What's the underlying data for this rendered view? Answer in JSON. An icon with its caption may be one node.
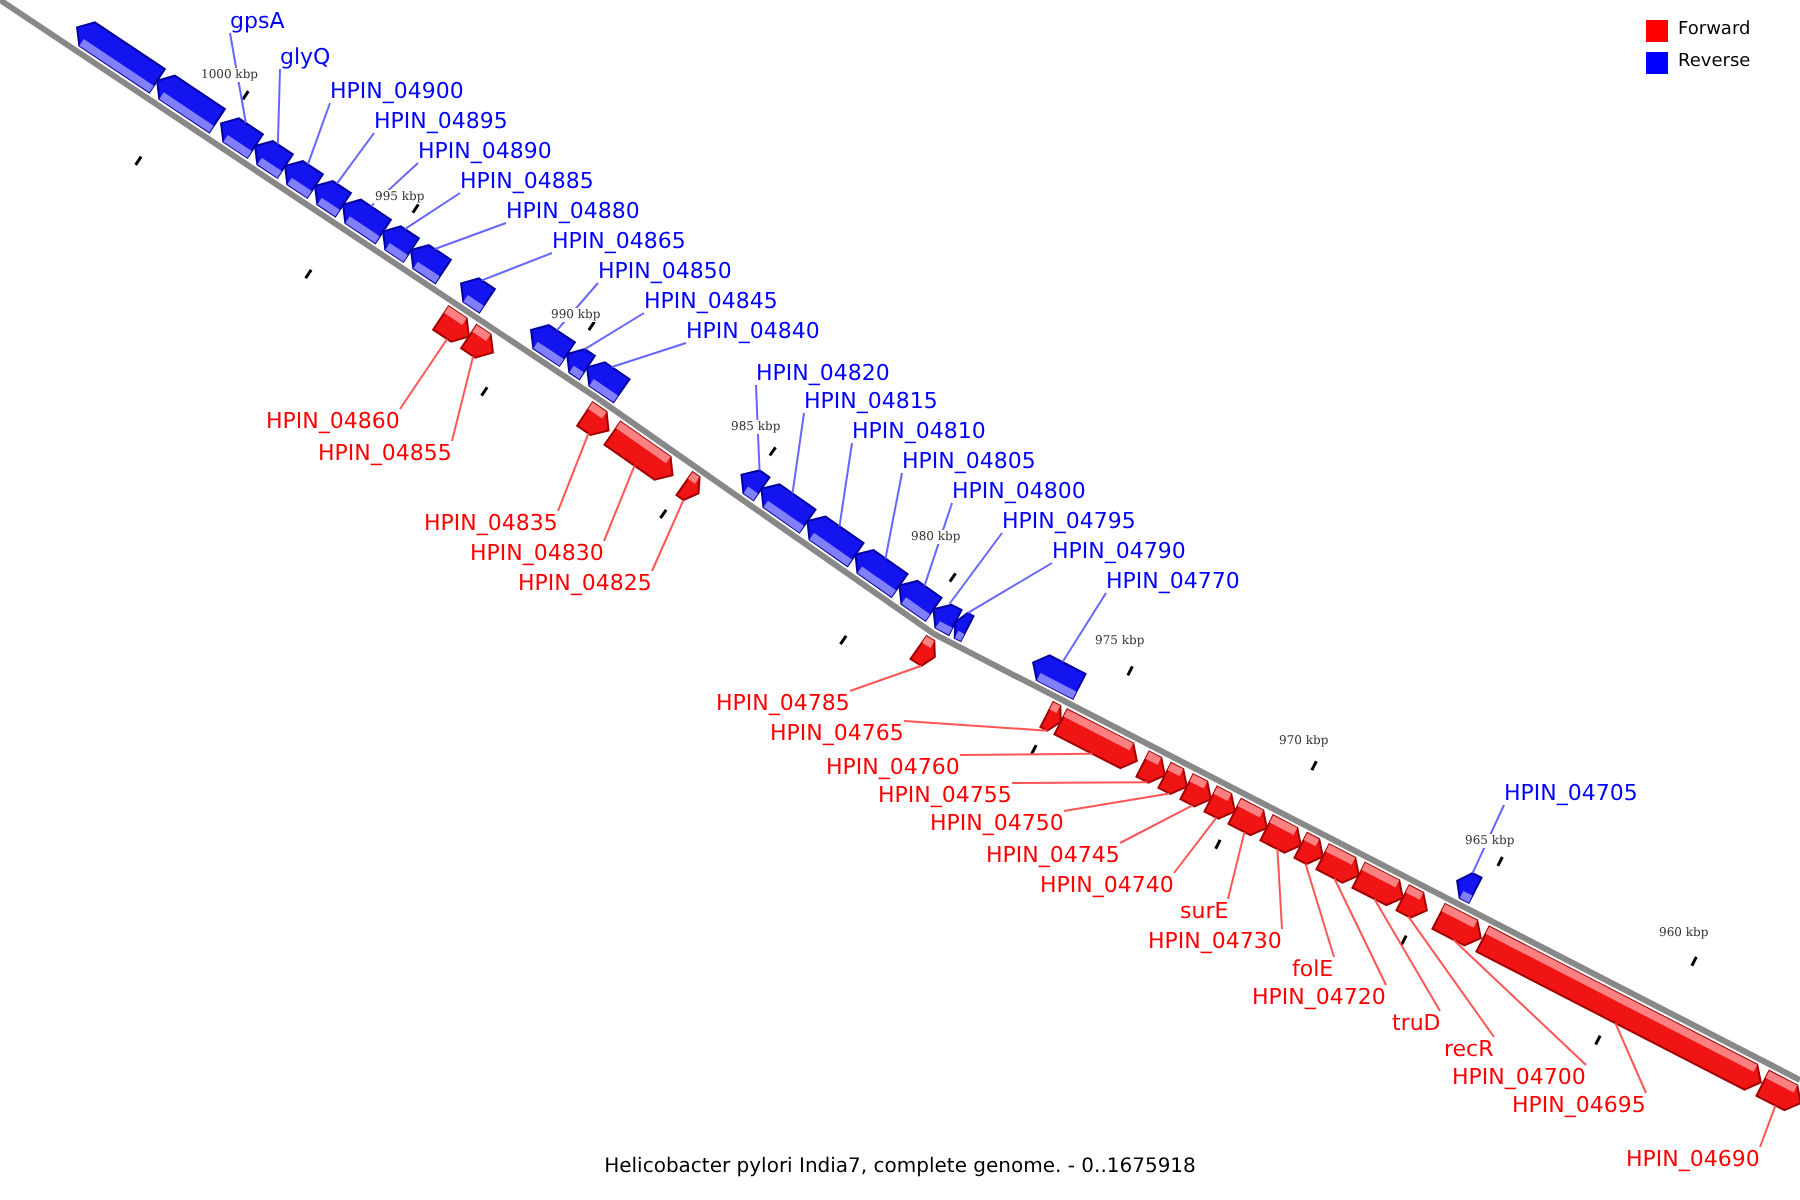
{
  "diagram": {
    "caption": "Helicobacter pylori India7, complete genome. - 0..1675918",
    "nodes": [
      {
        "text": [],
        "shape": "arrow"
      },
      {
        "text": [],
        "shape": "arrow"
      },
      {
        "text": [],
        "shape": "arrow"
      },
      {
        "text": [
          "gpsA"
        ]
      },
      {
        "text": [],
        "shape": "arrow"
      },
      {
        "text": [
          "glyQ"
        ]
      },
      {
        "text": [],
        "shape": "arrow"
      },
      {
        "text": [
          "HPIN_04900"
        ]
      },
      {
        "text": [],
        "shape": "arrow"
      },
      {
        "text": [
          "HPIN_04895"
        ]
      },
      {
        "text": [],
        "shape": "arrow"
      },
      {
        "text": [
          "HPIN_04890"
        ]
      },
      {
        "text": [],
        "shape": "arrow"
      },
      {
        "text": [
          "HPIN_04885"
        ]
      },
      {
        "text": [],
        "shape": "arrow"
      },
      {
        "text": [
          "HPIN_04880"
        ]
      },
      {
        "text": [],
        "shape": "arrow"
      },
      {
        "text": [
          "HPIN_04865"
        ]
      },
      {
        "text": [],
        "shape": "arrow"
      },
      {
        "text": [
          "HPIN_04860"
        ]
      },
      {
        "text": [],
        "shape": "arrow"
      },
      {
        "text": [
          "HPIN_04855"
        ]
      },
      {
        "text": [],
        "shape": "arrow"
      },
      {
        "text": [
          "HPIN_04850"
        ]
      },
      {
        "text": [],
        "shape": "arrow"
      },
      {
        "text": [
          "HPIN_04845"
        ]
      },
      {
        "text": [],
        "shape": "arrow"
      },
      {
        "text": [
          "HPIN_04840"
        ]
      },
      {
        "text": [],
        "shape": "arrow"
      },
      {
        "text": [
          "HPIN_04835"
        ]
      },
      {
        "text": [],
        "shape": "arrow"
      },
      {
        "text": [
          "HPIN_04830"
        ]
      },
      {
        "text": [],
        "shape": "arrow"
      },
      {
        "text": [
          "HPIN_04825"
        ]
      },
      {
        "text": [],
        "shape": "arrow"
      },
      {
        "text": [
          "HPIN_04820"
        ]
      },
      {
        "text": [],
        "shape": "arrow"
      },
      {
        "text": [
          "HPIN_04815"
        ]
      },
      {
        "text": [],
        "shape": "arrow"
      },
      {
        "text": [
          "HPIN_04810"
        ]
      },
      {
        "text": [],
        "shape": "arrow"
      },
      {
        "text": [
          "HPIN_04805"
        ]
      },
      {
        "text": [],
        "shape": "arrow"
      },
      {
        "text": [
          "HPIN_04800"
        ]
      },
      {
        "text": [],
        "shape": "arrow"
      },
      {
        "text": [
          "HPIN_04795"
        ]
      },
      {
        "text": [],
        "shape": "arrow"
      },
      {
        "text": [
          "HPIN_04785"
        ]
      },
      {
        "text": [],
        "shape": "arrow"
      },
      {
        "text": [
          "HPIN_04790"
        ]
      },
      {
        "text": [],
        "shape": "arrow"
      },
      {
        "text": [
          "HPIN_04770"
        ]
      },
      {
        "text": [],
        "shape": "arrow"
      },
      {
        "text": [
          "HPIN_04765"
        ]
      },
      {
        "text": [],
        "shape": "arrow"
      },
      {
        "text": [
          "HPIN_04760"
        ]
      },
      {
        "text": [],
        "shape": "arrow"
      },
      {
        "text": [
          "HPIN_04755"
        ]
      },
      {
        "text": [],
        "shape": "arrow"
      },
      {
        "text": [
          "HPIN_04750"
        ]
      },
      {
        "text": [],
        "shape": "arrow"
      },
      {
        "text": [
          "HPIN_04745"
        ]
      },
      {
        "text": [],
        "shape": "arrow"
      },
      {
        "text": [
          "HPIN_04740"
        ]
      },
      {
        "text": [],
        "shape": "arrow"
      },
      {
        "text": [
          "surE"
        ]
      },
      {
        "text": [],
        "shape": "arrow"
      },
      {
        "text": [
          "HPIN_04730"
        ]
      },
      {
        "text": [],
        "shape": "arrow"
      },
      {
        "text": [
          "folE"
        ]
      },
      {
        "text": [],
        "shape": "arrow"
      },
      {
        "text": [
          "HPIN_04720"
        ]
      },
      {
        "text": [],
        "shape": "arrow"
      },
      {
        "text": [
          "truD"
        ]
      },
      {
        "text": [],
        "shape": "arrow"
      },
      {
        "text": [
          "recR"
        ]
      },
      {
        "text": [],
        "shape": "arrow"
      },
      {
        "text": [
          "HPIN_04705"
        ]
      },
      {
        "text": [],
        "shape": "arrow"
      },
      {
        "text": [
          "HPIN_04700"
        ]
      },
      {
        "text": [],
        "shape": "arrow"
      },
      {
        "text": [
          "HPIN_04695"
        ]
      },
      {
        "text": [],
        "shape": "arrow"
      },
      {
        "text": [
          "HPIN_04690"
        ]
      }
    ],
    "edges": [
      {
        "from": 3,
        "to": 2,
        "arrow": "none",
        "color": "#6666ff"
      },
      {
        "from": 5,
        "to": 4,
        "arrow": "none",
        "color": "#6666ff"
      },
      {
        "from": 7,
        "to": 6,
        "arrow": "none",
        "color": "#6666ff"
      },
      {
        "from": 9,
        "to": 8,
        "arrow": "none",
        "color": "#6666ff"
      },
      {
        "from": 11,
        "to": 10,
        "arrow": "none",
        "color": "#6666ff"
      },
      {
        "from": 13,
        "to": 12,
        "arrow": "none",
        "color": "#6666ff"
      },
      {
        "from": 15,
        "to": 14,
        "arrow": "none",
        "color": "#6666ff"
      },
      {
        "from": 17,
        "to": 16,
        "arrow": "none",
        "color": "#6666ff"
      },
      {
        "from": 19,
        "to": 18,
        "arrow": "none"
      },
      {
        "from": 21,
        "to": 20,
        "arrow": "none"
      },
      {
        "from": 23,
        "to": 22,
        "arrow": "none",
        "color": "#6666ff"
      },
      {
        "from": 25,
        "to": 24,
        "arrow": "none",
        "color": "#6666ff"
      },
      {
        "from": 27,
        "to": 26,
        "arrow": "none",
        "color": "#6666ff"
      },
      {
        "from": 29,
        "to": 28,
        "arrow": "none"
      },
      {
        "from": 31,
        "to": 30,
        "arrow": "none"
      },
      {
        "from": 33,
        "to": 32,
        "arrow": "none"
      },
      {
        "from": 35,
        "to": 34,
        "arrow": "none",
        "color": "#6666ff"
      },
      {
        "from": 37,
        "to": 36,
        "arrow": "none",
        "color": "#6666ff"
      },
      {
        "from": 39,
        "to": 38,
        "arrow": "none",
        "color": "#6666ff"
      },
      {
        "from": 41,
        "to": 40,
        "arrow": "none",
        "color": "#6666ff"
      },
      {
        "from": 43,
        "to": 42,
        "arrow": "none",
        "color": "#6666ff"
      },
      {
        "from": 45,
        "to": 44,
        "arrow": "none",
        "color": "#6666ff"
      },
      {
        "from": 47,
        "to": 46,
        "arrow": "none"
      },
      {
        "from": 49,
        "to": 48,
        "arrow": "none",
        "color": "#6666ff"
      },
      {
        "from": 51,
        "to": 50,
        "arrow": "none",
        "color": "#6666ff"
      },
      {
        "from": 53,
        "to": 52,
        "arrow": "none"
      },
      {
        "from": 55,
        "to": 54,
        "arrow": "none"
      },
      {
        "from": 57,
        "to": 56,
        "arrow": "none"
      },
      {
        "from": 59,
        "to": 58,
        "arrow": "none"
      },
      {
        "from": 61,
        "to": 60,
        "arrow": "none"
      },
      {
        "from": 63,
        "to": 62,
        "arrow": "none"
      },
      {
        "from": 65,
        "to": 64,
        "arrow": "none"
      },
      {
        "from": 67,
        "to": 66,
        "arrow": "none"
      },
      {
        "from": 69,
        "to": 68,
        "arrow": "none"
      },
      {
        "from": 71,
        "to": 70,
        "arrow": "none"
      },
      {
        "from": 73,
        "to": 72,
        "arrow": "none"
      },
      {
        "from": 75,
        "to": 74,
        "arrow": "none"
      },
      {
        "from": 77,
        "to": 76,
        "arrow": "none",
        "color": "#6666ff"
      },
      {
        "from": 79,
        "to": 78,
        "arrow": "none"
      },
      {
        "from": 81,
        "to": 80,
        "arrow": "none"
      },
      {
        "from": 83,
        "to": 82,
        "arrow": "none"
      }
    ],
    "labels": [
      "1000 kbp",
      "995 kbp",
      "990 kbp",
      "985 kbp",
      "980 kbp",
      "975 kbp",
      "970 kbp",
      "965 kbp",
      "960 kbp"
    ],
    "legend": [
      {
        "text": "Forward",
        "color": "#ff0000"
      },
      {
        "text": "Reverse",
        "color": "#0000ff"
      }
    ]
  }
}
